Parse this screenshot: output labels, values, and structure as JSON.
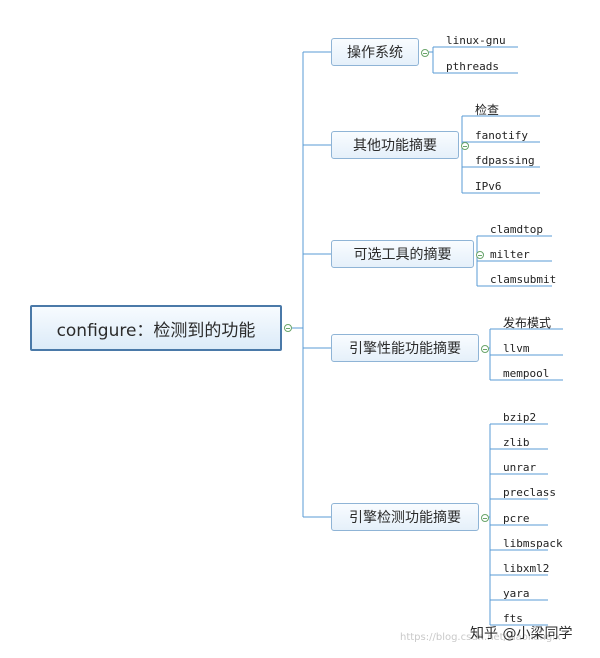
{
  "root": {
    "label": "configure：检测到的功能"
  },
  "branches": [
    {
      "label": "操作系统",
      "leaves": [
        "linux-gnu",
        "pthreads"
      ]
    },
    {
      "label": "其他功能摘要",
      "leaves": [
        "检查",
        "fanotify",
        "fdpassing",
        "IPv6"
      ]
    },
    {
      "label": "可选工具的摘要",
      "leaves": [
        "clamdtop",
        "milter",
        "clamsubmit"
      ]
    },
    {
      "label": "引擎性能功能摘要",
      "leaves": [
        "发布模式",
        "llvm",
        "mempool"
      ]
    },
    {
      "label": "引擎检测功能摘要",
      "leaves": [
        "bzip2",
        "zlib",
        "unrar",
        "preclass",
        "pcre",
        "libmspack",
        "libxml2",
        "yara",
        "fts"
      ]
    }
  ],
  "watermark": "https://blog.csdn.net/xiaoliangix",
  "credit": "知乎 @小梁同学",
  "colors": {
    "root_border": "#4a79a8",
    "branch_border": "#8fb4d6",
    "connector": "#5a9bd5",
    "leaf_underline": "#5a9bd5"
  }
}
